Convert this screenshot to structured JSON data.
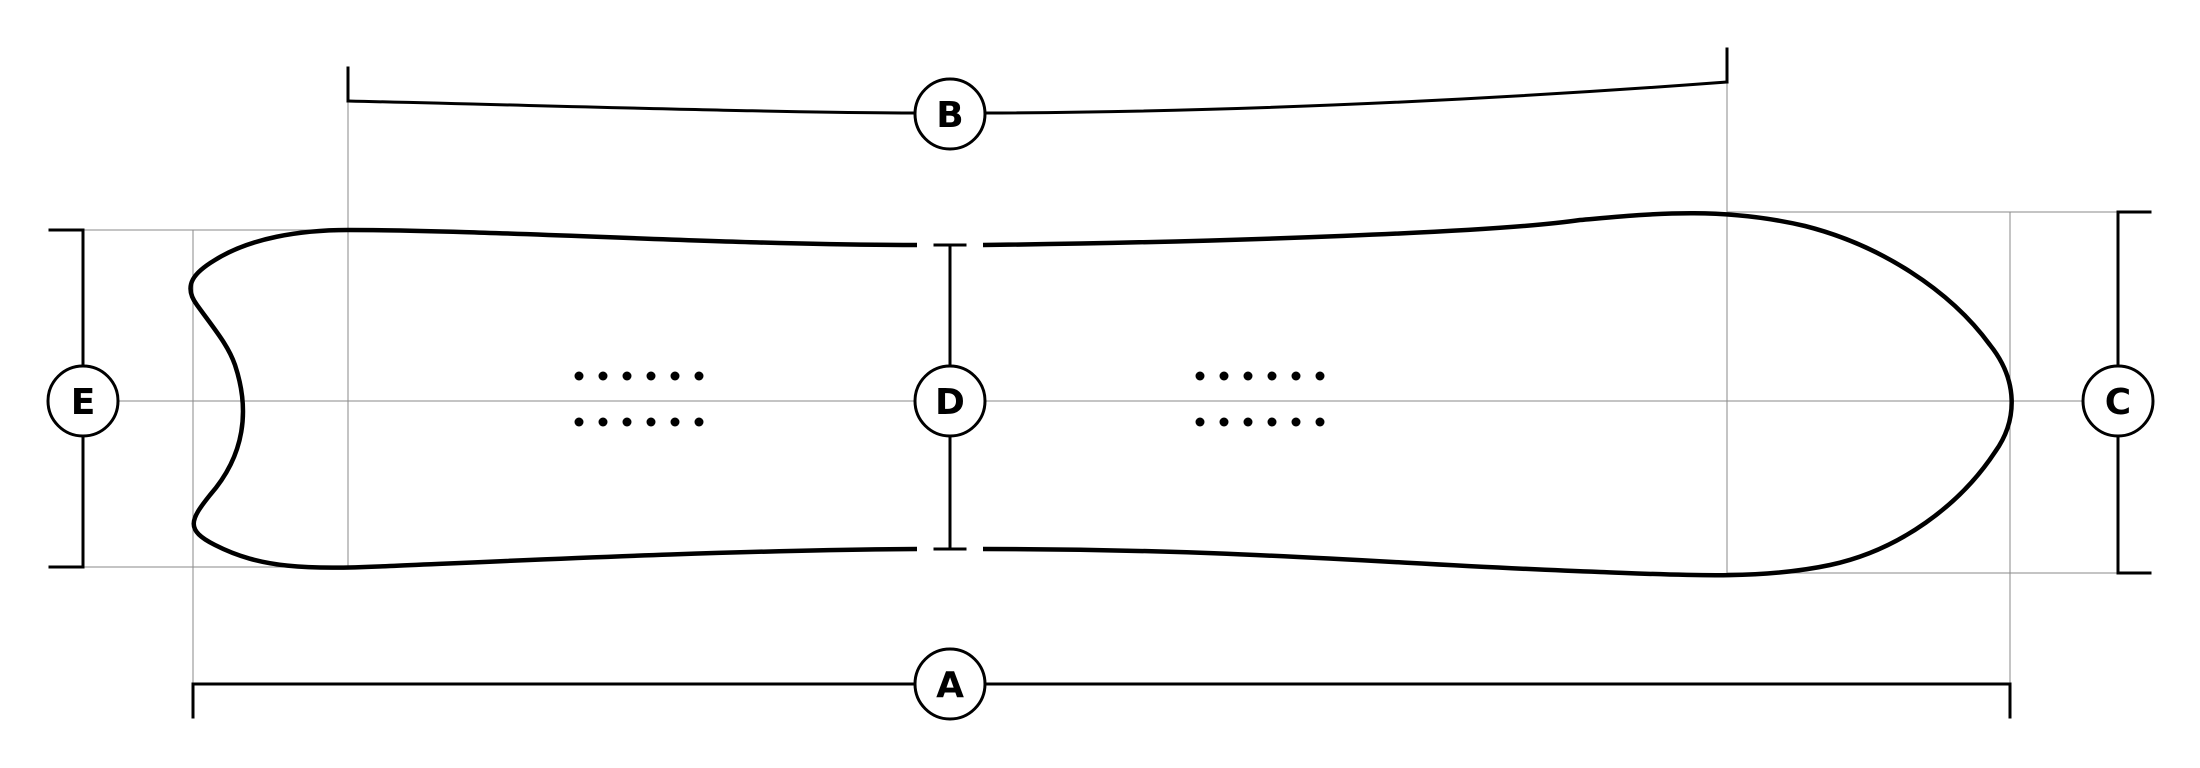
{
  "labels": {
    "overall_length": "A",
    "effective_edge": "B",
    "nose_width": "C",
    "waist_width": "D",
    "tail_width": "E"
  },
  "inserts": {
    "front_columns": 6,
    "rear_columns": 6,
    "rows": 2
  },
  "colors": {
    "line": "#000000",
    "guide": "#8a8a8a",
    "background": "#ffffff"
  }
}
